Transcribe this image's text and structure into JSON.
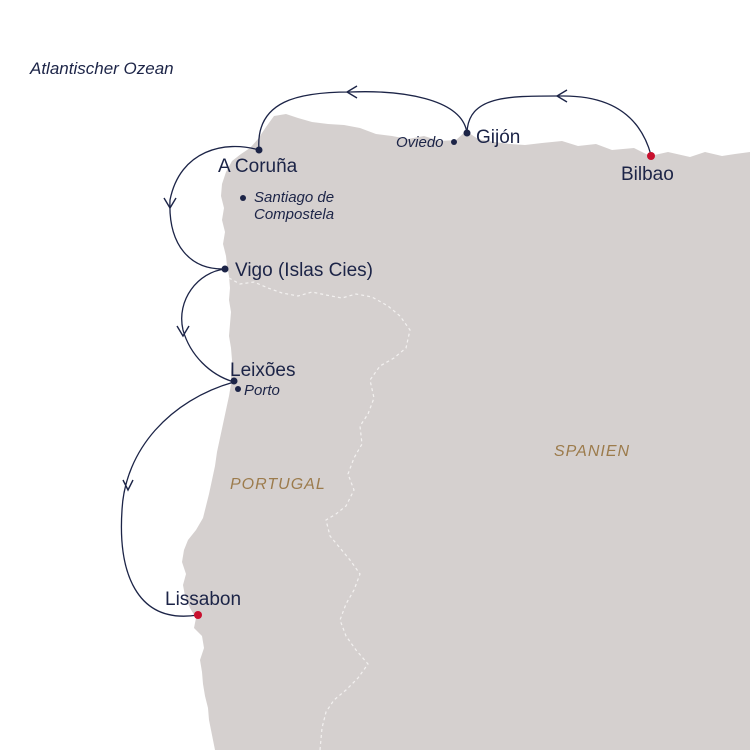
{
  "colors": {
    "sea": "#ffffff",
    "land": "#d5d0cf",
    "border": "#f3f1f0",
    "route": "#1c2447",
    "port_dot": "#1c2447",
    "endpoint_dot": "#c8102e",
    "country_label": "#9c7b4c"
  },
  "labels": {
    "ocean": "Atlantischer Ozean",
    "countries": [
      "SPANIEN",
      "PORTUGAL"
    ],
    "ports": {
      "bilbao": "Bilbao",
      "gijon": "Gijón",
      "a_coruna": "A Coruña",
      "vigo": "Vigo (Islas Cies)",
      "leixoes": "Leixões",
      "lissabon": "Lissabon"
    },
    "cities": {
      "oviedo": "Oviedo",
      "santiago_1": "Santiago de",
      "santiago_2": "Compostela",
      "porto": "Porto"
    }
  },
  "route": {
    "stops": [
      "Bilbao",
      "Gijón",
      "A Coruña",
      "Vigo (Islas Cies)",
      "Leixões",
      "Lissabon"
    ],
    "start": "Bilbao",
    "end": "Lissabon"
  }
}
